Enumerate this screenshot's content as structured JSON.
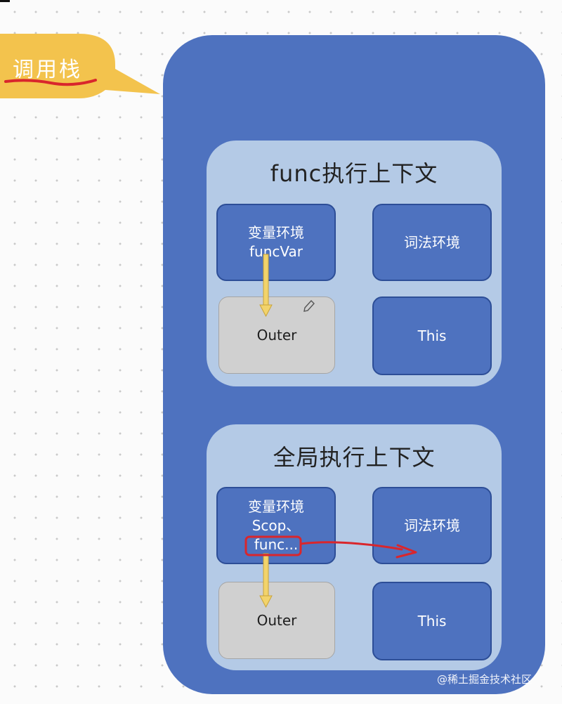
{
  "callout": {
    "label": "调用栈"
  },
  "func_context": {
    "title": "func执行上下文",
    "variable_env": {
      "line1": "变量环境",
      "line2": "funcVar"
    },
    "lexical_env": "词法环境",
    "outer": "Outer",
    "this": "This"
  },
  "global_context": {
    "title": "全局执行上下文",
    "variable_env": {
      "line1": "变量环境",
      "line2": "Scop、",
      "line3": "func..."
    },
    "lexical_env": "词法环境",
    "outer": "Outer",
    "this": "This"
  },
  "watermark": "@稀土掘金技术社区",
  "colors": {
    "stack": "#4e72bf",
    "context": "#b4cae6",
    "callout": "#f3c34d",
    "outer": "#d0d0d0",
    "arrow": "#f2d36b",
    "annotation": "#d9262c"
  }
}
